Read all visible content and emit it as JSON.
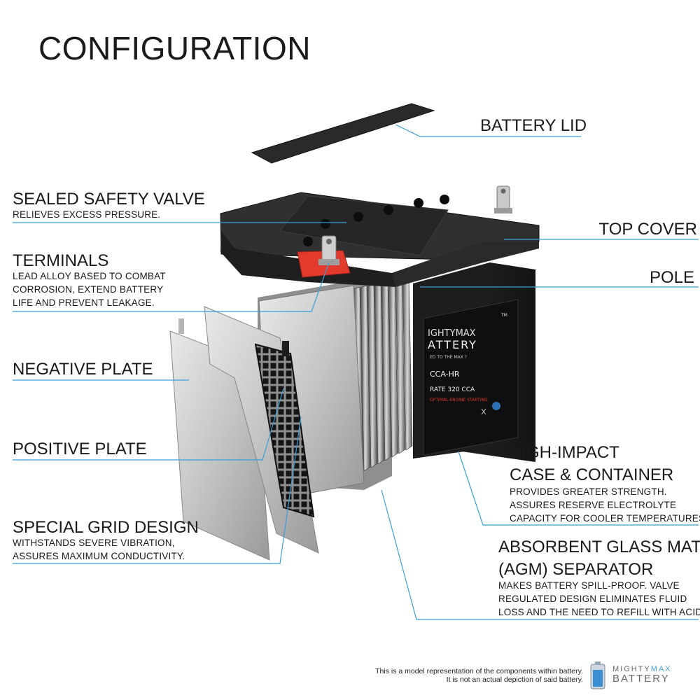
{
  "title": "CONFIGURATION",
  "labels": {
    "battery_lid": "BATTERY LID",
    "sealed_safety_valve": {
      "title": "SEALED SAFETY VALVE",
      "desc": [
        "RELIEVES EXCESS PRESSURE."
      ]
    },
    "top_cover": "TOP COVER",
    "terminals": {
      "title": "TERMINALS",
      "desc": [
        "LEAD ALLOY BASED TO COMBAT",
        "CORROSION, EXTEND BATTERY",
        "LIFE AND PREVENT LEAKAGE."
      ]
    },
    "pole": "POLE",
    "negative_plate": "NEGATIVE PLATE",
    "positive_plate": "POSITIVE PLATE",
    "case": {
      "title": [
        "HIGH-IMPACT",
        "CASE & CONTAINER"
      ],
      "desc": [
        "PROVIDES GREATER STRENGTH.",
        "ASSURES RESERVE ELECTROLYTE",
        "CAPACITY FOR COOLER TEMPERATURES."
      ]
    },
    "special_grid": {
      "title": "SPECIAL GRID DESIGN",
      "desc": [
        "WITHSTANDS SEVERE VIBRATION,",
        "ASSURES MAXIMUM CONDUCTIVITY."
      ]
    },
    "agm": {
      "title": [
        "ABSORBENT GLASS MAT",
        "(AGM) SEPARATOR"
      ],
      "desc": [
        "MAKES BATTERY SPILL-PROOF. VALVE",
        "REGULATED DESIGN ELIMINATES FLUID",
        "LOSS AND THE NEED TO REFILL WITH ACID."
      ]
    }
  },
  "battery_label": {
    "brand_line1": "IGHTYMAX",
    "brand_line2": "ATTERY",
    "tagline": "ED TO THE MAX ?",
    "model": "CCA-HR",
    "rating": "RATE 320 CCA",
    "note": "OPTIMAL ENGINE STARTING",
    "tm": "TM"
  },
  "disclaimer": [
    "This is a model representation of the components within battery.",
    "It is not an actual depiction of said battery."
  ],
  "brand": {
    "line1_a": "MIGHTY",
    "line1_b": "MAX",
    "line2": "BATTERY"
  },
  "colors": {
    "leader_line": "#3a9fd8",
    "case": "#1c1c1c",
    "label_red": "#e23b2e"
  }
}
